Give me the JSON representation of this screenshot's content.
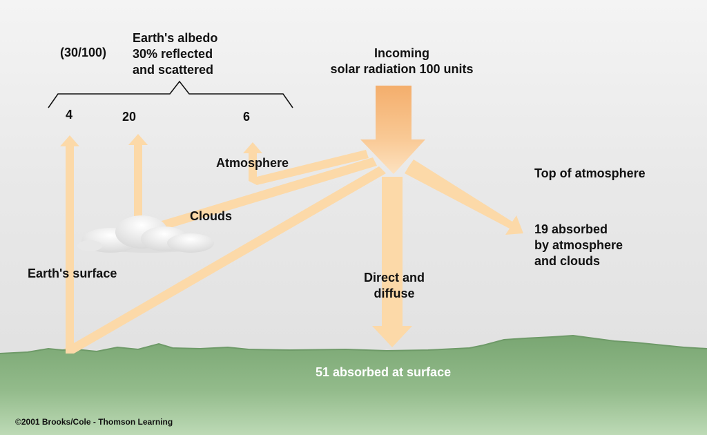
{
  "albedo": {
    "fraction": "(30/100)",
    "title_line1": "Earth's albedo",
    "title_line2": "30% reflected",
    "title_line3": "and scattered",
    "surface_value": "4",
    "clouds_value": "20",
    "atmosphere_value": "6"
  },
  "incoming": {
    "line1": "Incoming",
    "line2": "solar radiation 100 units"
  },
  "labels": {
    "atmosphere": "Atmosphere",
    "clouds": "Clouds",
    "earth_surface": "Earth's surface",
    "top_of_atmosphere": "Top of atmosphere",
    "absorbed_atm_line1": "19 absorbed",
    "absorbed_atm_line2": "by atmosphere",
    "absorbed_atm_line3": "and clouds",
    "direct_line1": "Direct and",
    "direct_line2": "diffuse",
    "absorbed_surface": "51 absorbed at surface"
  },
  "copyright": "©2001 Brooks/Cole - Thomson Learning",
  "colors": {
    "arrow": "#fcd9a8",
    "arrow_dark": "#f4b070",
    "ground_top": "#7aa874",
    "ground_bottom": "#b9d8b2",
    "sky": "#ececec"
  }
}
